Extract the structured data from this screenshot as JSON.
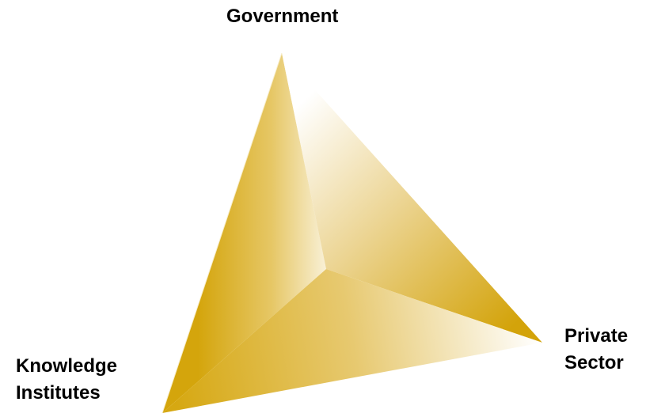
{
  "diagram": {
    "type": "triangular pyramid (triple helix)",
    "vertices": {
      "top": {
        "label_lines": [
          "Government"
        ]
      },
      "right": {
        "label_lines": [
          "Private",
          "Sector"
        ]
      },
      "left": {
        "label_lines": [
          "Knowledge",
          "Institutes"
        ]
      }
    },
    "colors": {
      "gold": "#d4a50c",
      "light": "#ffffff",
      "text": "#000000"
    }
  }
}
